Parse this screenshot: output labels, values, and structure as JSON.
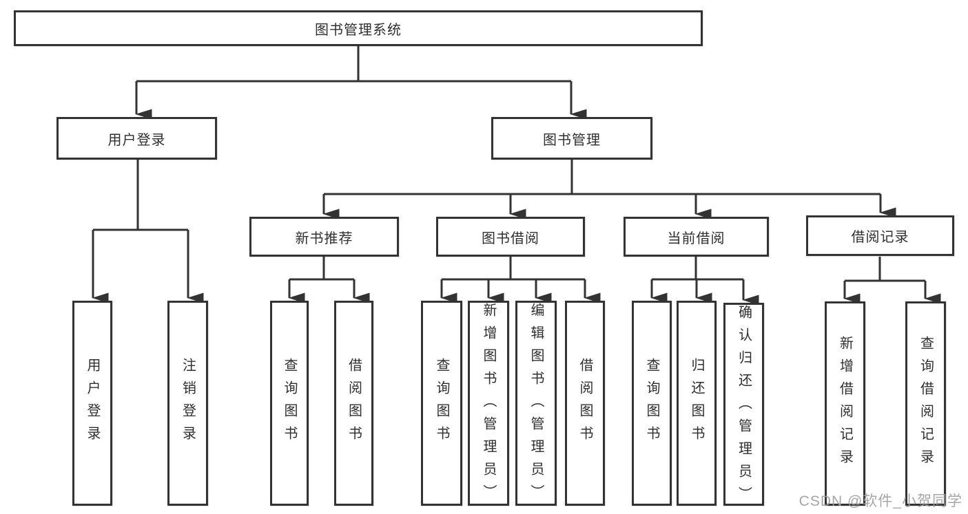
{
  "diagram": {
    "root": {
      "label": "图书管理系统"
    },
    "level2": [
      {
        "label": "用户登录"
      },
      {
        "label": "图书管理"
      }
    ],
    "level3": [
      {
        "label": "新书推荐"
      },
      {
        "label": "图书借阅"
      },
      {
        "label": "当前借阅"
      },
      {
        "label": "借阅记录"
      }
    ],
    "leaves": {
      "user_login": [
        {
          "label": "用户登录"
        },
        {
          "label": "注销登录"
        }
      ],
      "new_book": [
        {
          "label": "查询图书"
        },
        {
          "label": "借阅图书"
        }
      ],
      "book_borrow": [
        {
          "label": "查询图书"
        },
        {
          "label": "新增图书（管理员）"
        },
        {
          "label": "编辑图书（管理员）"
        },
        {
          "label": "借阅图书"
        }
      ],
      "current_borrow": [
        {
          "label": "查询图书"
        },
        {
          "label": "归还图书"
        },
        {
          "label": "确认归还（管理员）"
        }
      ],
      "borrow_records": [
        {
          "label": "新增借阅记录"
        },
        {
          "label": "查询借阅记录"
        }
      ]
    },
    "watermark": "CSDN @软件_小贺同学",
    "colors": {
      "line": "#333333",
      "text": "#2f2f2f",
      "background": "#ffffff",
      "watermark": "#9e9e9e"
    }
  }
}
